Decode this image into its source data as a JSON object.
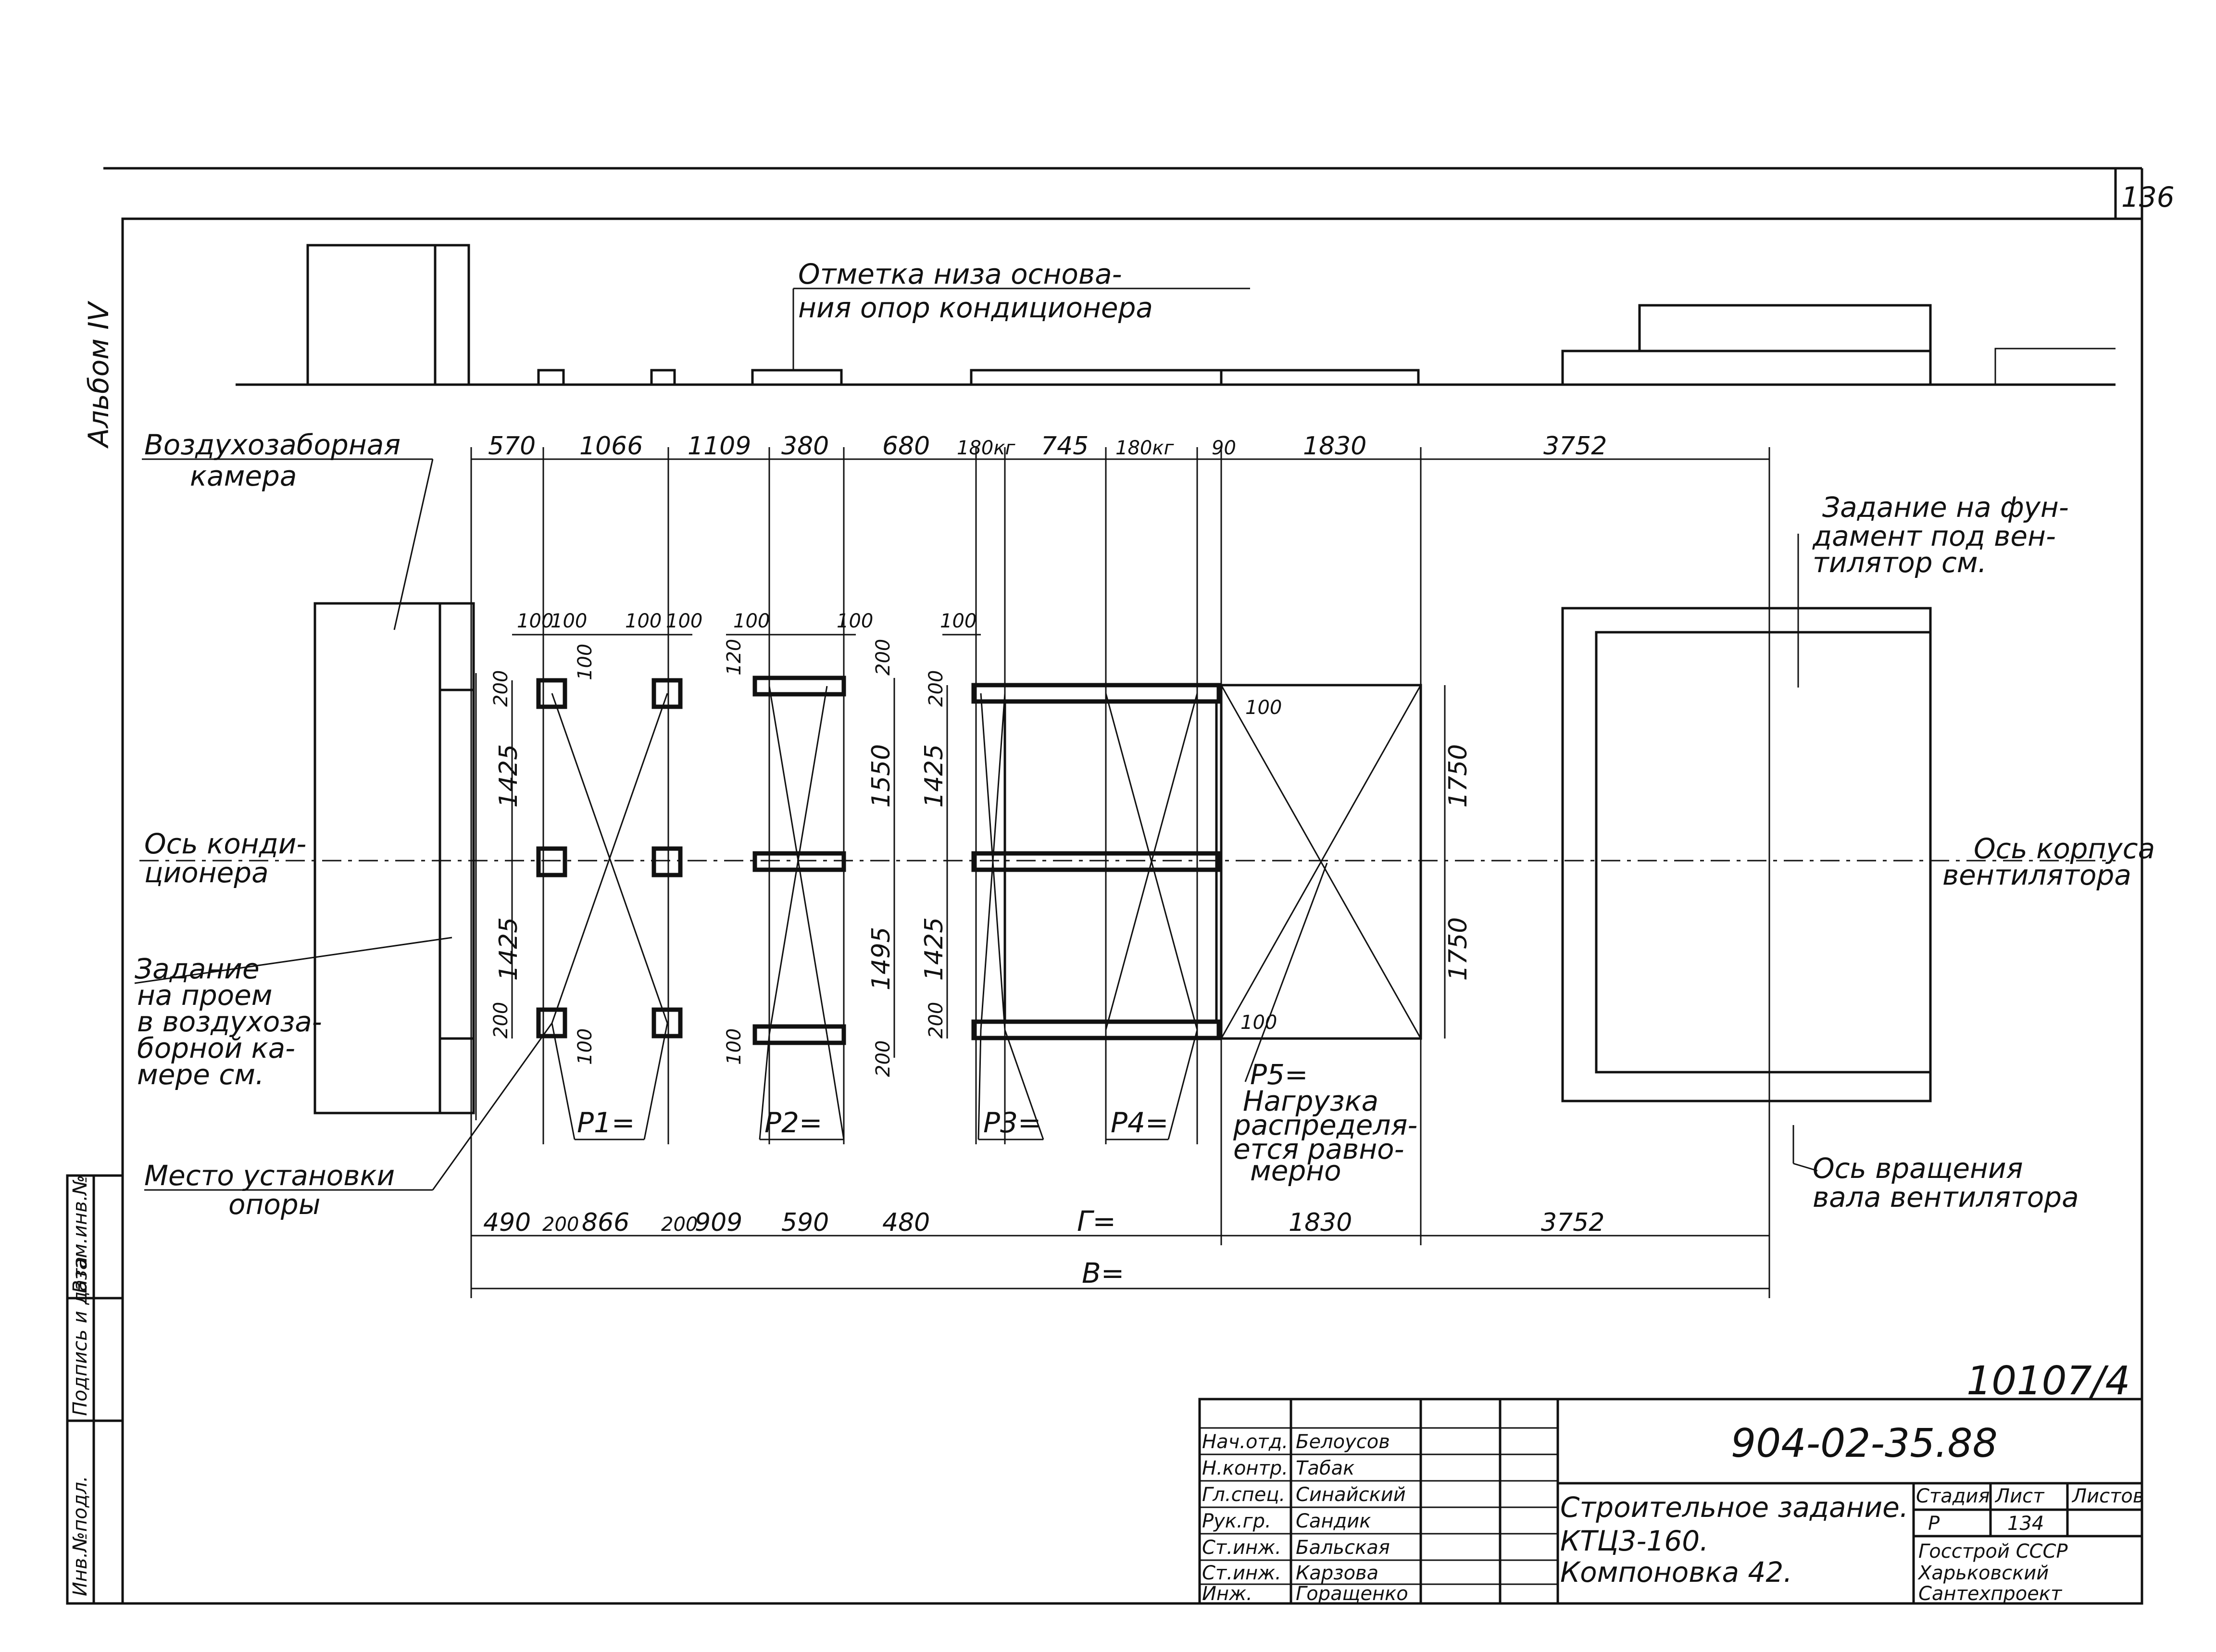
{
  "sheet": {
    "number": "136",
    "album": "Альбом IV",
    "archive_no": "10107/4"
  },
  "notes": {
    "base_mark": [
      "Отметка низа основа-",
      "ния опор кондиционера"
    ],
    "air_chamber": [
      "Воздухозаборная",
      "камера"
    ],
    "fan_foundation": [
      "Задание на фун-",
      "дамент под вен-",
      "тилятор см."
    ],
    "cond_axis": [
      "Ось конди-",
      "ционера"
    ],
    "body_axis": [
      "Ось корпуса",
      "вентилятора"
    ],
    "opening_task": [
      "Задание",
      "на проем",
      "в воздухоза-",
      "борной ка-",
      "мере см."
    ],
    "support_place": [
      "Место установки",
      "опоры"
    ],
    "rotation_axis": [
      "Ось вращения",
      "вала вентилятора"
    ],
    "loads": {
      "p1": "P1=",
      "p2": "P2=",
      "p3": "P3=",
      "p4": "P4="
    },
    "p5": [
      "P5=",
      "Нагрузка",
      "распределя-",
      "ется равно-",
      "мерно"
    ]
  },
  "dims_top": [
    "570",
    "1066",
    "1109",
    "380",
    "680",
    "180кг",
    "745",
    "180кг",
    "90",
    "1830",
    "3752"
  ],
  "dims_bottom": [
    "490",
    "200",
    "866",
    "200",
    "909",
    "590",
    "480",
    "Г=",
    "1830",
    "3752"
  ],
  "dim_overall": "В=",
  "dims_small": {
    "d100": "100",
    "d120": "120",
    "d200": "200",
    "d1425": "1425",
    "d1550": "1550",
    "d1495": "1495",
    "d1750": "1750"
  },
  "title_block": {
    "staff": [
      {
        "role": "Нач.отд.",
        "name": "Белоусов"
      },
      {
        "role": "Н.контр.",
        "name": "Табак"
      },
      {
        "role": "Гл.спец.",
        "name": "Синайский"
      },
      {
        "role": "Рук.гр.",
        "name": "Сандик"
      },
      {
        "role": "Ст.инж.",
        "name": "Бальская"
      },
      {
        "role": "Ст.инж.",
        "name": "Карзова"
      },
      {
        "role": "Инж.",
        "name": "Горащенко"
      }
    ],
    "doc_code": "904-02-35.88",
    "title": [
      "Строительное задание.",
      "КТЦ3-160.",
      "Компоновка 42."
    ],
    "stage_label": "Стадия",
    "sheet_label": "Лист",
    "sheets_label": "Листов",
    "stage": "Р",
    "sheet": "134",
    "org": [
      "Госстрой СССР",
      "Харьковский",
      "Сантехпроект"
    ]
  },
  "side_stamp": [
    "Инв.№подл.",
    "Подпись и дата",
    "Взам.инв.№"
  ]
}
